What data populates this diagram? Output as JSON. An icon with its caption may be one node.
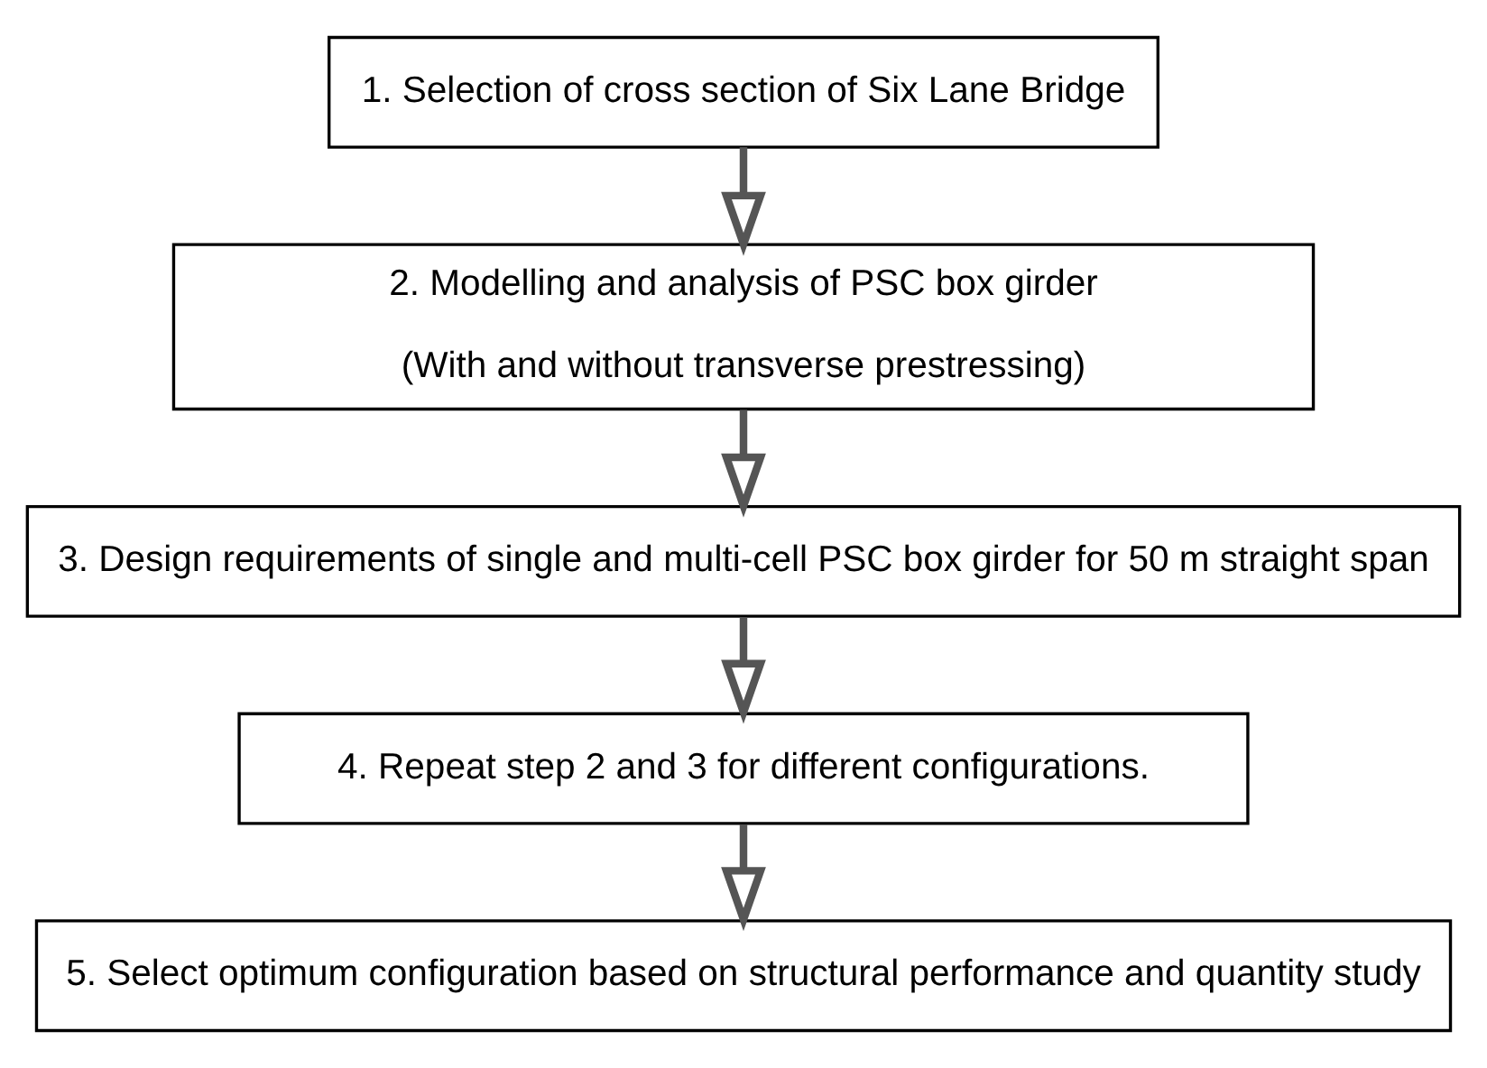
{
  "diagram": {
    "nodes": [
      {
        "text": [
          "1. Selection of cross section of Six Lane Bridge"
        ]
      },
      {
        "text": [
          "2. Modelling and analysis of PSC box girder",
          "(With and without transverse prestressing)"
        ]
      },
      {
        "text": [
          "3. Design requirements of single and multi-cell PSC box girder for 50 m straight span"
        ]
      },
      {
        "text": [
          "4. Repeat step 2 and 3 for different configurations."
        ]
      },
      {
        "text": [
          "5. Select optimum configuration based on structural performance and quantity study"
        ]
      }
    ],
    "edges": [
      {
        "from": 0,
        "to": 1,
        "arrow": "to"
      },
      {
        "from": 1,
        "to": 2,
        "arrow": "to"
      },
      {
        "from": 2,
        "to": 3,
        "arrow": "to"
      },
      {
        "from": 3,
        "to": 4,
        "arrow": "to"
      }
    ]
  }
}
